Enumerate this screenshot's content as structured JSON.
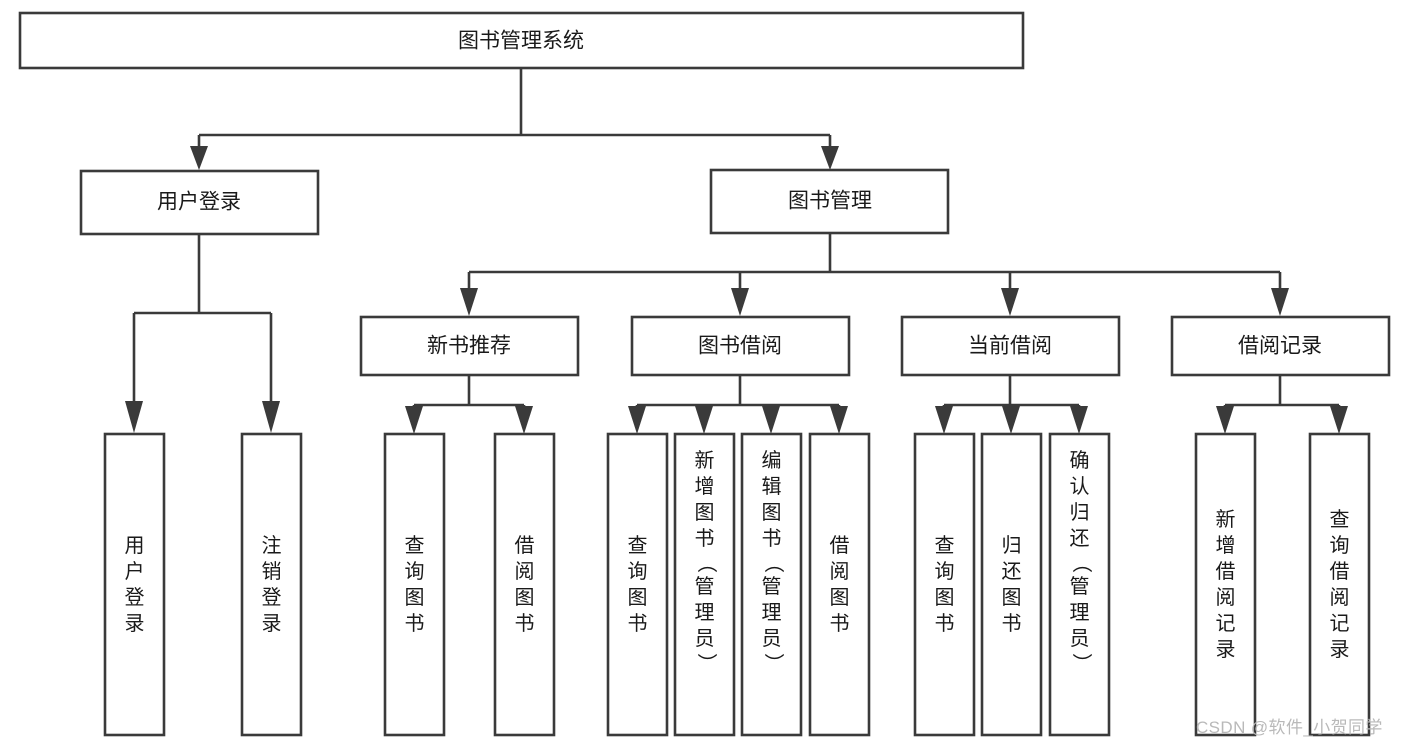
{
  "diagram": {
    "title_box": {
      "label": "图书管理系统"
    },
    "level2": [
      {
        "id": "user-login",
        "label": "用户登录"
      },
      {
        "id": "book-management",
        "label": "图书管理"
      }
    ],
    "level3": [
      {
        "id": "new-book-recommend",
        "label": "新书推荐"
      },
      {
        "id": "book-borrow",
        "label": "图书借阅"
      },
      {
        "id": "current-borrow",
        "label": "当前借阅"
      },
      {
        "id": "borrow-record",
        "label": "借阅记录"
      }
    ],
    "leaves": {
      "user_login": [
        {
          "id": "leaf-user-login",
          "label": "用户登录"
        },
        {
          "id": "leaf-logout-login",
          "label": "注销登录"
        }
      ],
      "new_book_recommend": [
        {
          "id": "leaf-query-book-1",
          "label": "查询图书"
        },
        {
          "id": "leaf-borrow-book-1",
          "label": "借阅图书"
        }
      ],
      "book_borrow": [
        {
          "id": "leaf-query-book-2",
          "label": "查询图书"
        },
        {
          "id": "leaf-add-book",
          "label": "新增图书（管理员）"
        },
        {
          "id": "leaf-edit-book",
          "label": "编辑图书（管理员）"
        },
        {
          "id": "leaf-borrow-book-2",
          "label": "借阅图书"
        }
      ],
      "current_borrow": [
        {
          "id": "leaf-query-book-3",
          "label": "查询图书"
        },
        {
          "id": "leaf-return-book",
          "label": "归还图书"
        },
        {
          "id": "leaf-confirm-return",
          "label": "确认归还（管理员）"
        }
      ],
      "borrow_record": [
        {
          "id": "leaf-add-record",
          "label": "新增借阅记录"
        },
        {
          "id": "leaf-query-record",
          "label": "查询借阅记录"
        }
      ]
    },
    "watermark": {
      "text": "CSDN @软件_小贺同学"
    },
    "colors": {
      "stroke": "#3a3a3a",
      "box_fill": "#ffffff",
      "text": "#1a1a1a",
      "background": "#ffffff",
      "watermark": "#b9b9b9"
    }
  }
}
